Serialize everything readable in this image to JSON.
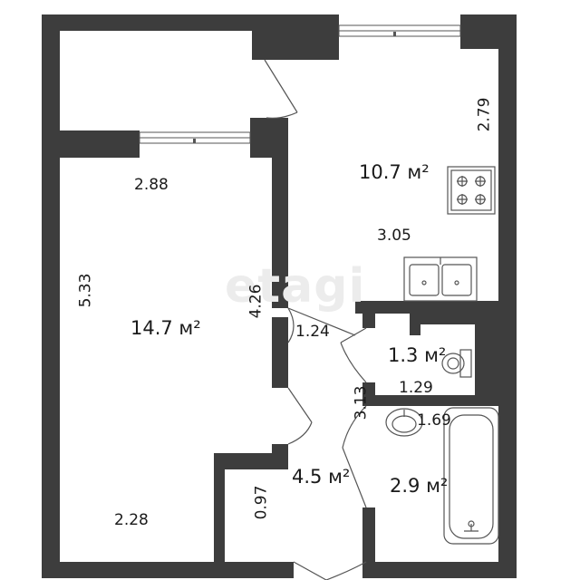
{
  "colors": {
    "wall": "#3d3d3d",
    "line": "#555555",
    "background": "#ffffff"
  },
  "watermark": "etagi",
  "rooms": {
    "living": {
      "area": "14.7 м²",
      "width_top": "2.88",
      "height_left": "5.33",
      "height_right": "4.26",
      "width_bottom": "2.28"
    },
    "kitchen": {
      "area": "10.7 м²",
      "height_right": "2.79",
      "width": "3.05"
    },
    "toilet": {
      "area": "1.3 м²",
      "width": "1.29"
    },
    "bathroom": {
      "area": "2.9 м²",
      "width": "1.69"
    },
    "hallway": {
      "area": "4.5 м²",
      "width_top": "1.24",
      "height": "3.13",
      "niche_width": "0.97"
    }
  },
  "icons": [
    "stove-icon",
    "kitchen-sink-icon",
    "toilet-icon",
    "washbasin-icon",
    "bathtub-icon"
  ]
}
